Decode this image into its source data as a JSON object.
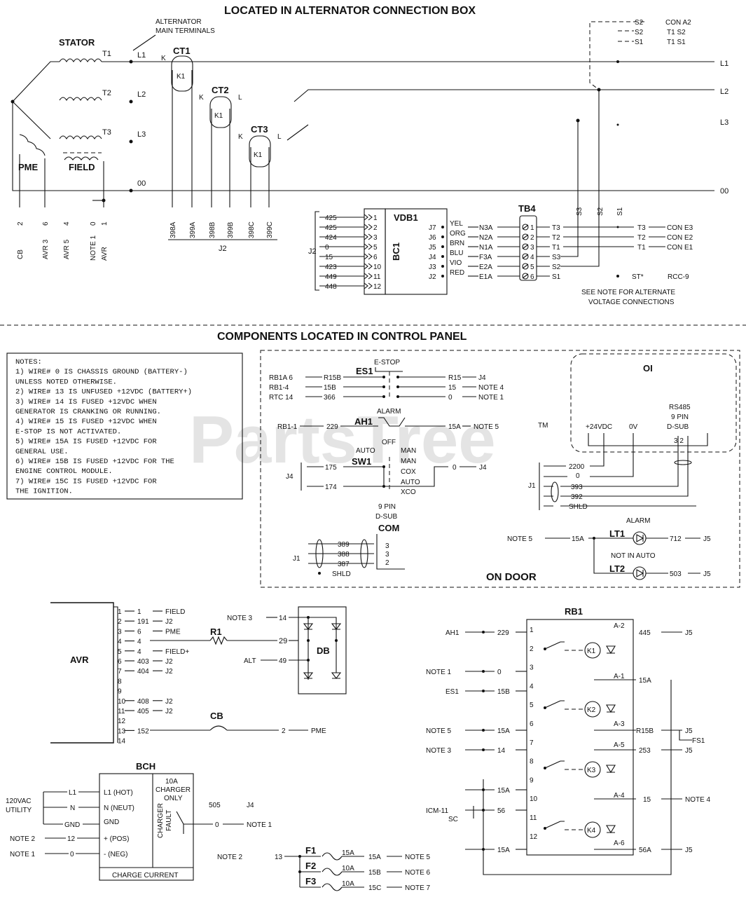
{
  "titles": {
    "top": "LOCATED IN ALTERNATOR CONNECTION BOX",
    "bottom": "COMPONENTS LOCATED IN CONTROL PANEL",
    "on_door": "ON DOOR",
    "watermark": "PartsTree",
    "trademark": "TM"
  },
  "alternator": {
    "stator": "STATOR",
    "main_terminals": [
      "ALTERNATOR",
      "MAIN TERMINALS"
    ],
    "pme": "PME",
    "field": "FIELD",
    "terminals": [
      "T1",
      "T2",
      "T3",
      "00"
    ],
    "lines": [
      "L1",
      "L2",
      "L3",
      "L1",
      "L2",
      "L3",
      "00"
    ],
    "ct": [
      "CT1",
      "CT2",
      "CT3"
    ],
    "ct_k": "K",
    "ct_l": "L",
    "ct_inner": [
      "K1",
      "K1",
      "K1"
    ],
    "bottom_wires": [
      "CB",
      "2",
      "AVR 3",
      "6",
      "AVR 5",
      "4",
      "NOTE 1",
      "0",
      "AVR",
      "1"
    ],
    "ct_wires": [
      "398A",
      "399A",
      "398B",
      "399B",
      "398C",
      "399C"
    ],
    "ct_connector": "J2",
    "s_list": [
      {
        "a": "S2",
        "b": "CON A2"
      },
      {
        "a": "S2",
        "b": "T1 S2"
      },
      {
        "a": "S1",
        "b": "T1 S1"
      }
    ]
  },
  "vdb1": {
    "name": "VDB1",
    "bc1": "BC1",
    "connector": "J2",
    "inputs": [
      "425",
      "425",
      "424",
      "0",
      "15",
      "423",
      "449",
      "448"
    ],
    "pins_left": [
      "1",
      "2",
      "3",
      "5",
      "6",
      "10",
      "11",
      "12"
    ],
    "colors": [
      "YEL",
      "ORG",
      "BRN",
      "BLU",
      "VIO",
      "RED"
    ],
    "pins_right": [
      "J7",
      "J6",
      "J5",
      "J4",
      "J3",
      "J2"
    ],
    "wires": [
      "N3A",
      "N2A",
      "N1A",
      "F3A",
      "E2A",
      "E1A"
    ]
  },
  "tb4": {
    "name": "TB4",
    "pins": [
      "1",
      "2",
      "3",
      "4",
      "5",
      "6"
    ],
    "out": [
      "T3",
      "T2",
      "T1",
      "S3",
      "S2",
      "S1"
    ],
    "right": [
      {
        "a": "T3",
        "b": "CON E3"
      },
      {
        "a": "T2",
        "b": "CON E2"
      },
      {
        "a": "T1",
        "b": "CON E1"
      }
    ],
    "st": "ST*",
    "rcc": "RCC-9",
    "note": [
      "SEE NOTE FOR ALTERNATE",
      "VOLTAGE CONNECTIONS"
    ]
  },
  "notes": [
    "NOTES:",
    "1) WIRE# 0 IS CHASSIS GROUND (BATTERY-)",
    "   UNLESS NOTED OTHERWISE.",
    "2) WIRE# 13 IS UNFUSED +12VDC (BATTERY+)",
    "3) WIRE# 14 IS FUSED +12VDC WHEN",
    "   GENERATOR IS CRANKING OR RUNNING.",
    "4) WIRE# 15 IS FUSED +12VDC WHEN",
    "   E-STOP IS NOT ACTIVATED.",
    "5) WIRE# 15A IS FUSED +12VDC FOR",
    "   GENERAL USE.",
    "6) WIRE# 15B IS FUSED +12VDC FOR THE",
    "   ENGINE CONTROL MODULE.",
    "7) WIRE# 15C IS FUSED +12VDC FOR",
    "   THE IGNITION."
  ],
  "control_panel": {
    "estop": {
      "title": "E-STOP",
      "name": "ES1",
      "rows": [
        {
          "l": "RB1A 6",
          "w": "R15B",
          "r": "R15",
          "c": "J4"
        },
        {
          "l": "RB1-4",
          "w": "15B",
          "r": "15",
          "c": "NOTE 4"
        },
        {
          "l": "RTC 14",
          "w": "366",
          "r": "0",
          "c": "NOTE 1"
        }
      ]
    },
    "alarm": {
      "title": "ALARM",
      "name": "AH1",
      "off": "OFF",
      "left": "RB1-1",
      "wire": "229",
      "right": "15A",
      "note": "NOTE 5"
    },
    "sw1": {
      "name": "SW1",
      "auto": "AUTO",
      "man": "MAN",
      "positions": [
        "MAN",
        "COX",
        "AUTO",
        "XCO"
      ],
      "connector": "J4",
      "wires": [
        "175",
        "174"
      ],
      "out": "0",
      "out_c": "J4"
    },
    "com": {
      "title": [
        "9 PIN",
        "D-SUB"
      ],
      "name": "COM",
      "connector": "J1",
      "wires": [
        "389",
        "388",
        "387"
      ],
      "pins": [
        "3",
        "3",
        "2"
      ],
      "shield": "SHLD"
    },
    "oi": {
      "name": "OI",
      "rs485": [
        "RS485",
        "9 PIN",
        "D-SUB"
      ],
      "labels": [
        "+24VDC",
        "0V"
      ],
      "pins": "3 2",
      "connector": "J1",
      "wires": [
        "2200",
        "0",
        "393",
        "392",
        "SHLD"
      ]
    },
    "lt": {
      "alarm": "ALARM",
      "not_auto": "NOT IN AUTO",
      "lt1": "LT1",
      "lt2": "LT2",
      "note": "NOTE 5",
      "w1": "15A",
      "o1": "712",
      "c1": "J5",
      "o2": "503",
      "c2": "J5"
    }
  },
  "avr": {
    "name": "AVR",
    "rows": [
      {
        "pin": "1",
        "w": "1",
        "d": "FIELD"
      },
      {
        "pin": "2",
        "w": "191",
        "d": "J2"
      },
      {
        "pin": "3",
        "w": "6",
        "d": "PME"
      },
      {
        "pin": "4",
        "w": "4",
        "d": ""
      },
      {
        "pin": "5",
        "w": "4",
        "d": "FIELD+"
      },
      {
        "pin": "6",
        "w": "403",
        "d": "J2"
      },
      {
        "pin": "7",
        "w": "404",
        "d": "J2"
      },
      {
        "pin": "8",
        "w": "",
        "d": ""
      },
      {
        "pin": "9",
        "w": "",
        "d": ""
      },
      {
        "pin": "10",
        "w": "408",
        "d": "J2"
      },
      {
        "pin": "11",
        "w": "405",
        "d": "J2"
      },
      {
        "pin": "12",
        "w": "",
        "d": ""
      },
      {
        "pin": "13",
        "w": "152",
        "d": ""
      },
      {
        "pin": "14",
        "w": "",
        "d": ""
      }
    ],
    "r1": "R1",
    "cb": "CB",
    "cb_out": "2",
    "cb_note": "PME",
    "db": {
      "name": "DB",
      "note": "NOTE 3",
      "w14": "14",
      "w29": "29",
      "alt": "ALT",
      "w49": "49"
    }
  },
  "bch": {
    "name": "BCH",
    "utility": [
      "120VAC",
      "UTILITY"
    ],
    "left": [
      "L1",
      "N",
      "GND"
    ],
    "terms": [
      "L1 (HOT)",
      "N (NEUT)",
      "GND",
      "+ (POS)",
      "- (NEG)"
    ],
    "charger": [
      "10A",
      "CHARGER",
      "ONLY"
    ],
    "alarm": [
      "CHARGER",
      "FAULT"
    ],
    "foot": "CHARGE CURRENT",
    "note2": "NOTE 2",
    "w12": "12",
    "note1": "NOTE 1",
    "w0": "0",
    "out_w": "505",
    "out_c": "J4",
    "out_0": "0",
    "out_note": "NOTE 1"
  },
  "fuses": {
    "note": "NOTE 2",
    "in": "13",
    "rows": [
      {
        "name": "F1",
        "amp": "15A",
        "w": "15A",
        "note": "NOTE 5"
      },
      {
        "name": "F2",
        "amp": "10A",
        "w": "15B",
        "note": "NOTE 6"
      },
      {
        "name": "F3",
        "amp": "10A",
        "w": "15C",
        "note": "NOTE 7"
      }
    ]
  },
  "rb1": {
    "name": "RB1",
    "pins": [
      "1",
      "2",
      "3",
      "4",
      "5",
      "6",
      "7",
      "8",
      "9",
      "10",
      "11",
      "12"
    ],
    "relays": [
      "K1",
      "K2",
      "K3",
      "K4"
    ],
    "left": [
      {
        "l": "AH1",
        "w": "229"
      },
      {
        "l": "NOTE 1",
        "w": "0"
      },
      {
        "l": "ES1",
        "w": "15B"
      },
      {
        "l": "NOTE 5",
        "w": "15A"
      },
      {
        "l": "NOTE 3",
        "w": "14"
      },
      {
        "l": "",
        "w": "15A"
      },
      {
        "l": "ICM-11",
        "w": "56"
      },
      {
        "l": "",
        "w": "15A"
      }
    ],
    "icm_sub": "SC",
    "ak": [
      "A-2",
      "A-1",
      "A-3",
      "A-5",
      "A-4",
      "A-6"
    ],
    "right": [
      {
        "w": "445",
        "c": "J5"
      },
      {
        "w": "15A",
        "c": ""
      },
      {
        "w": "R15B",
        "c": "J5"
      },
      {
        "w": "253",
        "c": "J5"
      },
      {
        "w": "15",
        "c": "NOTE 4"
      },
      {
        "w": "56A",
        "c": "J5"
      }
    ],
    "fs1": "FS1"
  }
}
